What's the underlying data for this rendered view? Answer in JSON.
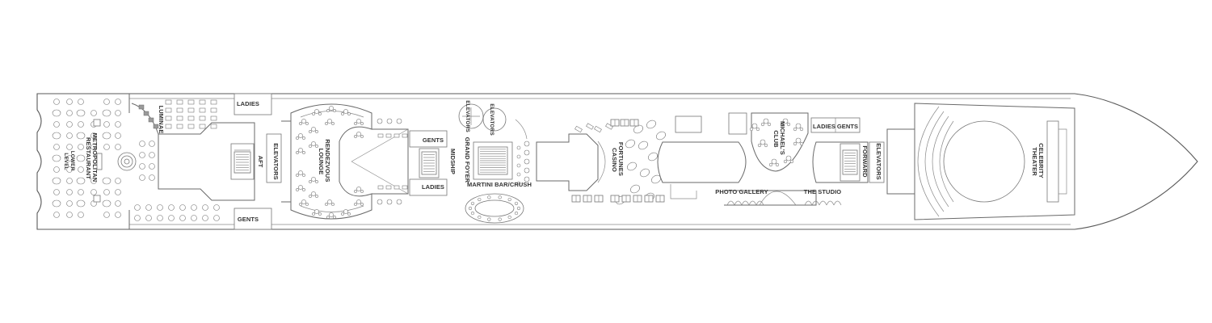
{
  "deck": {
    "labels": {
      "lower_level": [
        "LOWER",
        "LEVEL"
      ],
      "metropolitan": [
        "METROPOLITAN",
        "RESTAURANT"
      ],
      "luminae": "LUMINAE",
      "ladies_aft": "LADIES",
      "gents_aft": "GENTS",
      "aft": "AFT",
      "elevators_aft": "ELEVATORS",
      "rendezvous": [
        "RENDEZVOUS",
        "LOUNGE"
      ],
      "gents_mid": "GENTS",
      "ladies_mid": "LADIES",
      "midship": "MIDSHIP",
      "elevators_mid": "ELEVATORS",
      "grand_foyer": "GRAND FOYER",
      "martini_bar": "MARTINI BAR/CRUSH",
      "fortunes": [
        "FORTUNES",
        "CASINO"
      ],
      "michaels": [
        "MICHAEL'S",
        "CLUB"
      ],
      "ladies_fwd": "LADIES",
      "gents_fwd": "GENTS",
      "photo_gallery": "PHOTO GALLERY",
      "the_studio": "THE STUDIO",
      "forward": "FORWARD",
      "elevators_fwd": "ELEVATORS",
      "celebrity": [
        "CELEBRITY",
        "THEATER"
      ]
    }
  }
}
